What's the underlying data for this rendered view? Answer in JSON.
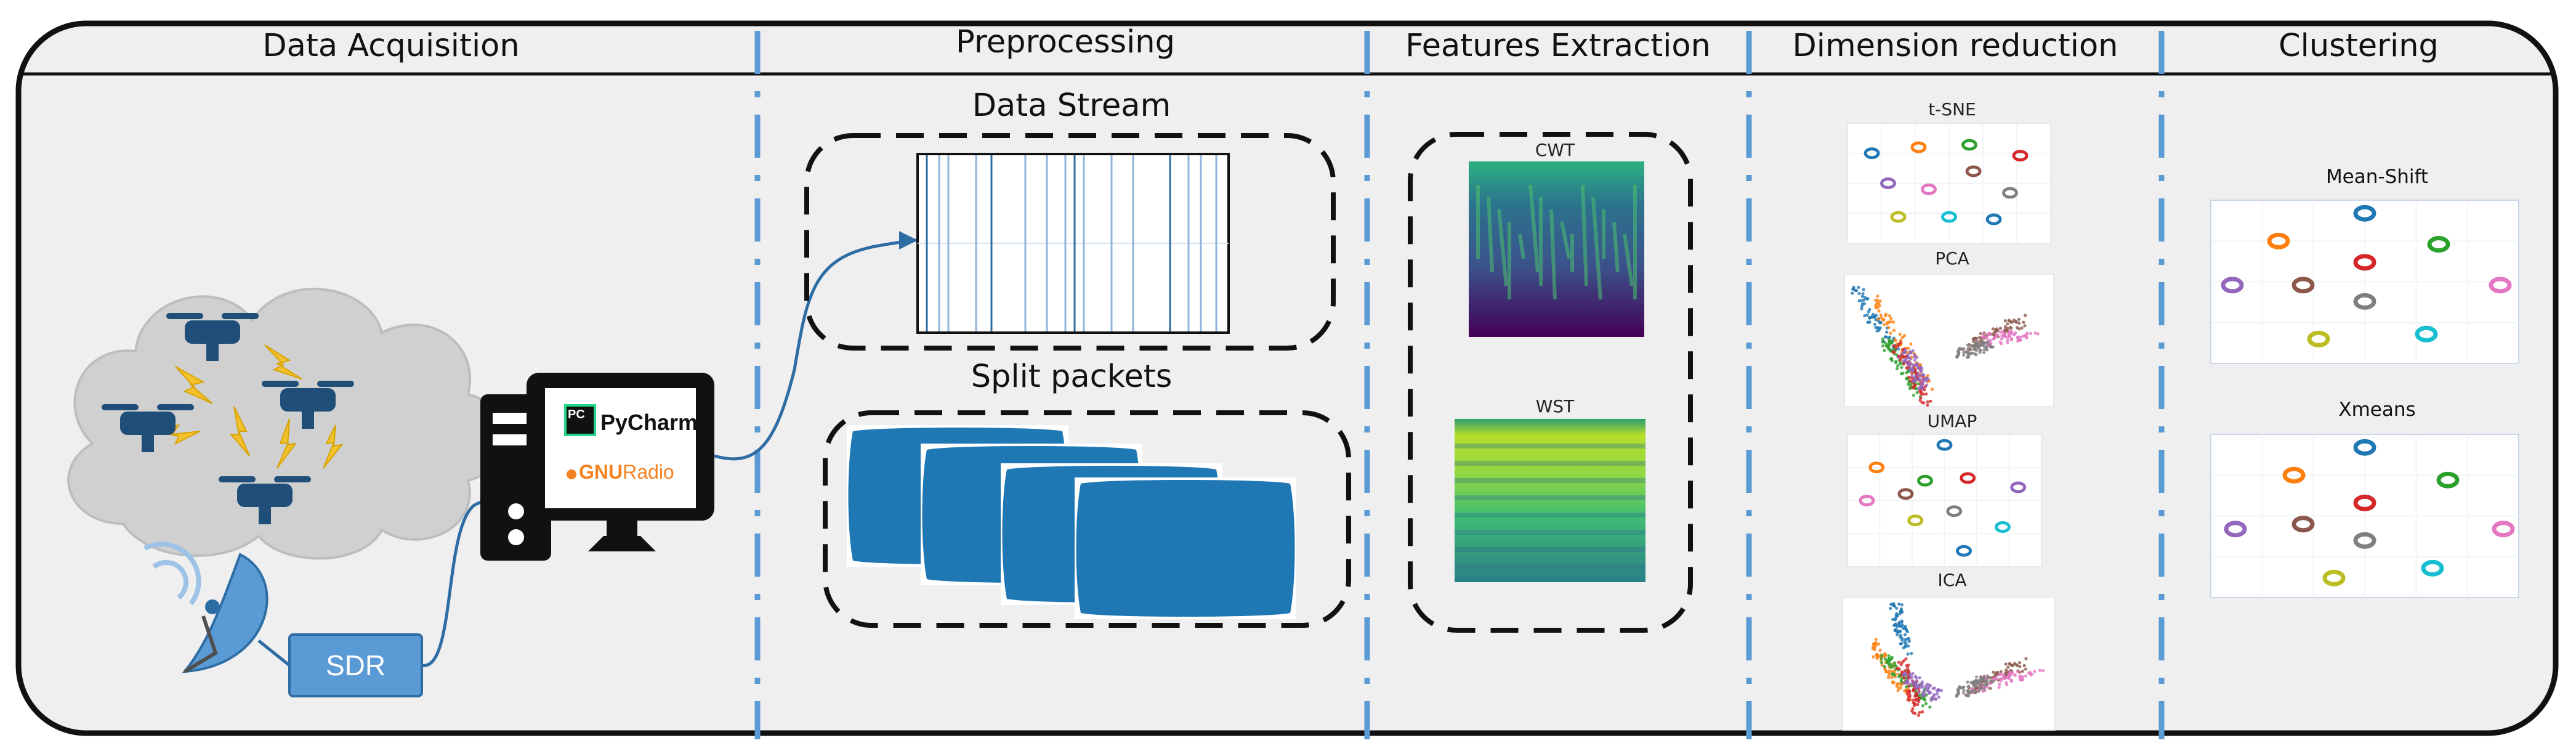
{
  "stages": {
    "acquisition": "Data Acquisition",
    "preprocessing": "Preprocessing",
    "features": "Features Extraction",
    "reduction": "Dimension reduction",
    "clustering": "Clustering"
  },
  "preprocessing": {
    "data_stream": "Data Stream",
    "split_packets": "Split packets"
  },
  "features": {
    "cwt": "CWT",
    "wst": "WST"
  },
  "reduction": {
    "tsne": "t-SNE",
    "pca": "PCA",
    "umap": "UMAP",
    "ica": "ICA"
  },
  "clustering": {
    "mean_shift": "Mean-Shift",
    "xmeans": "Xmeans"
  },
  "acquisition": {
    "sdr": "SDR",
    "pycharm_badge": "PC",
    "pycharm": "PyCharm",
    "gnuradio_gnu": "GNU",
    "gnuradio_radio": "Radio"
  },
  "colors": {
    "panel_fill": "#efefef",
    "divider": "#5b9bd5",
    "signal_blue": "#1f77b4",
    "sdr_box": "#5b9bd5",
    "cloud": "#d0d0d0",
    "drone": "#1f4e79",
    "lightning": "#f2c12e"
  }
}
